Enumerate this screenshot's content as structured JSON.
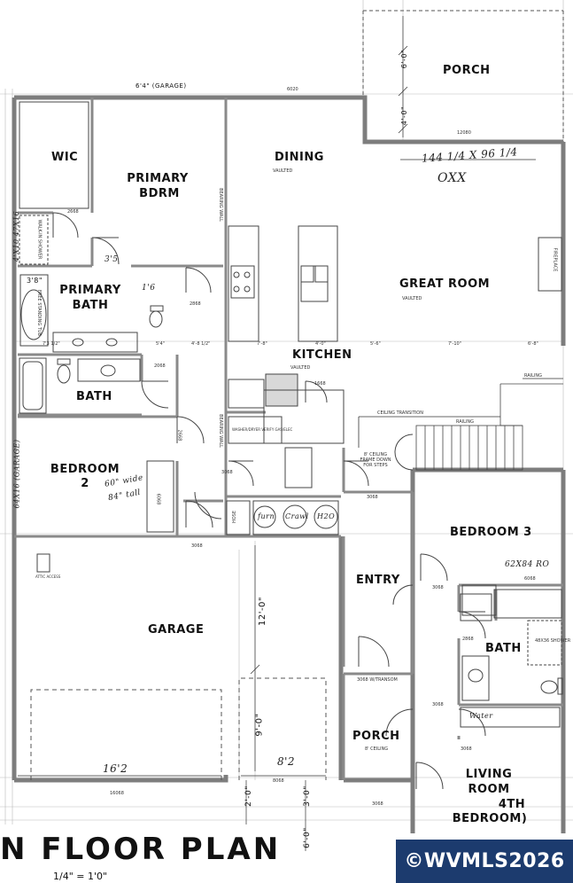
{
  "plan": {
    "title": "N FLOOR PLAN",
    "scale": "1/4\" = 1'0\"",
    "watermark": "©WVMLS2026",
    "colors": {
      "wall": "#7d7d7d",
      "line": "#333333",
      "badge": "#1c3b6e"
    },
    "rooms": {
      "porch_top": "PORCH",
      "wic": "WIC",
      "primary_bdrm_1": "PRIMARY",
      "primary_bdrm_2": "BDRM",
      "dining": "DINING",
      "great_room": "GREAT ROOM",
      "primary_bath_1": "PRIMARY",
      "primary_bath_2": "BATH",
      "kitchen": "KITCHEN",
      "bath": "BATH",
      "bedroom2_1": "BEDROOM",
      "bedroom2_2": "2",
      "bedroom3": "BEDROOM 3",
      "garage": "GARAGE",
      "entry": "ENTRY",
      "bath2": "BATH",
      "porch_bottom": "PORCH",
      "living_1": "LIVING",
      "living_2": "ROOM",
      "living_3": "4TH",
      "living_4": "BEDROOM)"
    },
    "notes": {
      "vaulted_dining": "VAULTED",
      "vaulted_great": "VAULTED",
      "vaulted_kitchen": "VAULTED",
      "fireplace": "FIREPLACE",
      "railing_1": "RAILING",
      "railing_2": "RAILING",
      "ceiling_transition": "CEILING TRANSITION",
      "bearing_wall_1": "BEARING WALL",
      "bearing_wall_2": "BEARING WALL",
      "washer_dryer": "WASHER/DRYER VERIFY GAS/ELEC",
      "ceiling_frame": "8' CEILING FRAME DOWN FOR STEPS",
      "attic_access": "ATTIC ACCESS",
      "free_standing_tub": "FREE STANDING TUB",
      "walkin_shower": "WALK-IN SHOWER",
      "shower2": "48X36 SHOWER",
      "ceiling_porch": "8' CEILING",
      "transom": "3068 W/TRANSOM",
      "hose": "HOSE"
    },
    "hand": {
      "porch_dim": "144 1/4 X 96 1/4",
      "oxx": "OXX",
      "bath_note": "4'X10 47X16",
      "bdrm2_note1": "60\" wide",
      "bdrm2_note2": "84\" tall",
      "bdrm3_note": "62X84 RO",
      "furn": "furn",
      "water_heater": "H2O",
      "crawl": "Crawl",
      "tall_left": "64X16 (GARAGE)",
      "garage_w": "16'2",
      "garage_w2": "8'2",
      "water": "Water",
      "b35": "3'5",
      "b16": "1'6"
    },
    "dims": {
      "d_porch_h": "6'-0\"",
      "d_porch_h2": "4'-0\"",
      "d_garage_12": "12'-0\"",
      "d_garage_9": "9'-0\"",
      "d_bot_2": "2'-0\"",
      "d_bot_3": "3'-0\"",
      "d_bot_6": "6'-0\"",
      "d_top": "6'4\" (GARAGE)",
      "d_38": "3'8\"",
      "d_1": "7'3 1/2\"",
      "d_2": "5'4\"",
      "d_3": "4'-8 1/2\"",
      "d_4": "7'-8\"",
      "d_5": "4'-0\"",
      "d_6": "5'-6\"",
      "d_7": "7'-10\"",
      "d_8": "6'-8\""
    },
    "doors": {
      "d3068": "3068",
      "d2068": "2068",
      "d2668": "2668",
      "d2868": "2868",
      "d1668": "1668",
      "d6068": "6068",
      "d16068": "16068",
      "d12080": "12080",
      "d6020": "6020",
      "d8068": "8068"
    }
  }
}
